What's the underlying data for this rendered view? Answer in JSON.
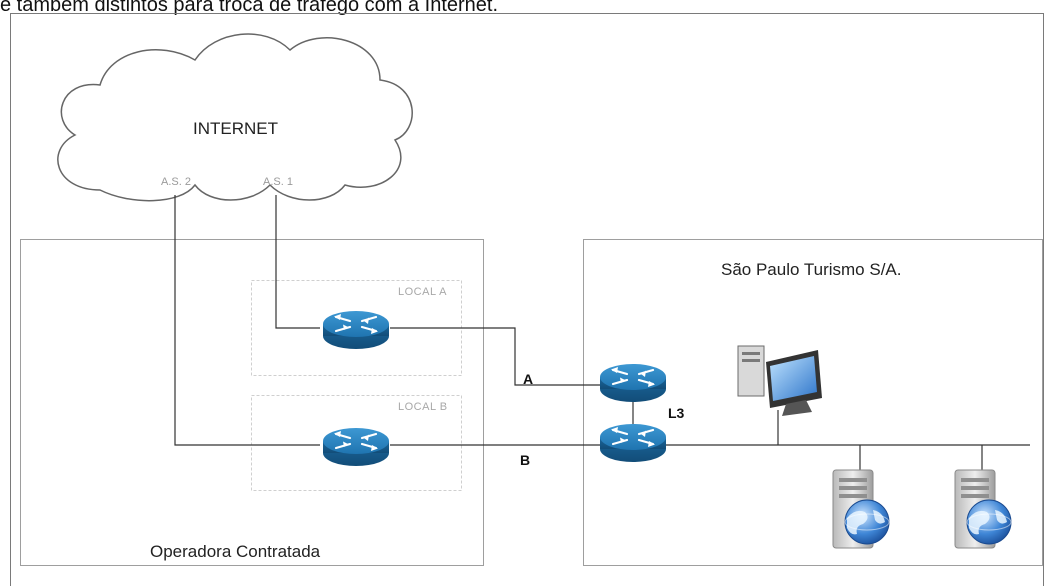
{
  "caption": "e também distintos para troca de tráfego com a Internet.",
  "cloud": {
    "label": "INTERNET",
    "as2": "A.S. 2",
    "as1": "A.S. 1"
  },
  "operator": {
    "title": "Operadora Contratada",
    "local_a": "LOCAL A",
    "local_b": "LOCAL B"
  },
  "company": {
    "title": "São Paulo Turismo S/A."
  },
  "links": {
    "a": "A",
    "b": "B",
    "l3": "L3"
  },
  "colors": {
    "router": "#1c6fa8",
    "router_top": "#2a86c4",
    "frame": "#7a7a7a",
    "region": "#9e9e9e",
    "dashed": "#cfcfcf",
    "line": "#333333"
  }
}
